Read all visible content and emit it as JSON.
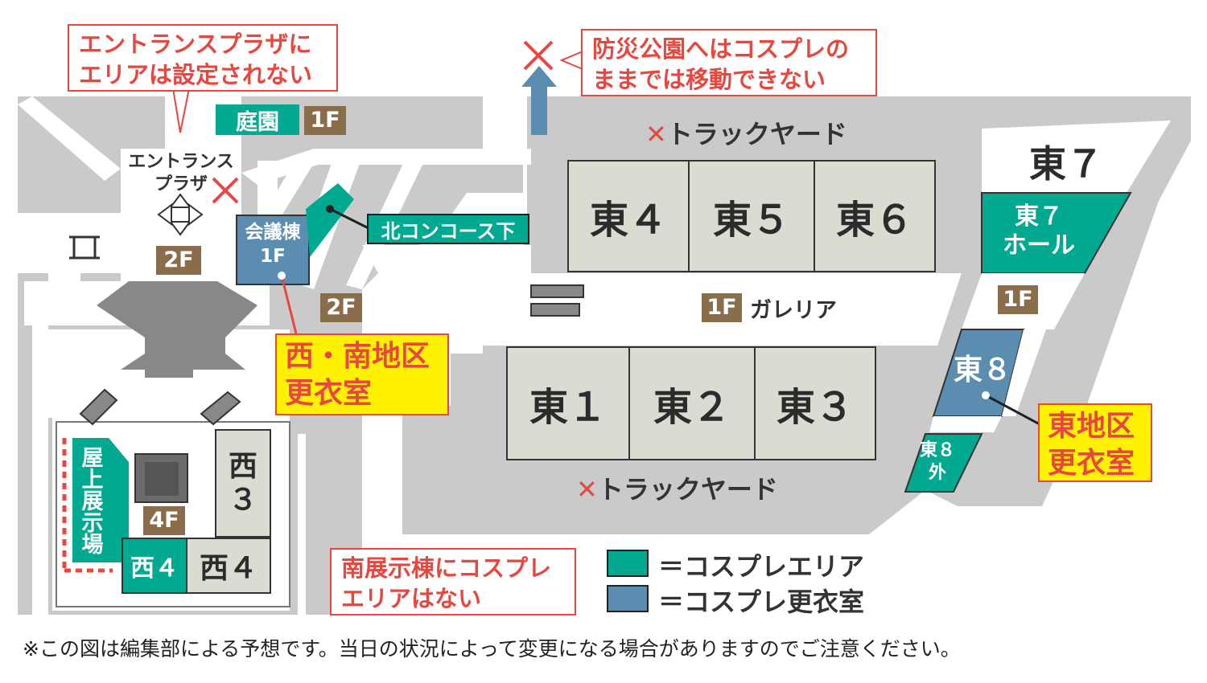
{
  "callouts": {
    "entrance_plaza": "エントランスプラザに\nエリアは設定されない",
    "disaster_park": "防災公園へはコスプレの\nままでは移動できない",
    "south_building": "南展示棟にコスプレ\nエリアはない"
  },
  "changing_rooms": {
    "west_south": "西・南地区\n更衣室",
    "east": "東地区\n更衣室"
  },
  "floors": {
    "garden_1f": "1F",
    "entrance_2f": "2F",
    "conference_2f": "2F",
    "galleria_1f": "1F",
    "east_1f": "1F",
    "west_4f": "4F"
  },
  "labels": {
    "garden": "庭園",
    "entrance_plaza": "エントランス\nプラザ",
    "conference_1f": "会議棟\n1F",
    "north_concourse": "北コンコース下",
    "galleria": "ガレリア",
    "track_yard_top": "トラックヤード",
    "track_yard_bottom": "トラックヤード",
    "track_x": "✕",
    "rooftop": "屋上展示場"
  },
  "halls": {
    "east1": "東１",
    "east2": "東２",
    "east3": "東３",
    "east4": "東４",
    "east5": "東５",
    "east6": "東６",
    "east7": "東７",
    "east7_hall": "東７\nホール",
    "east8": "東８",
    "east8_outside": "東８\n外",
    "west3": "西\n３",
    "west4_area": "西４",
    "west4": "西４"
  },
  "legend": {
    "cosplay_area": "＝コスプレエリア",
    "changing_room": "＝コスプレ更衣室"
  },
  "colors": {
    "cosplay_area": "#00a98f",
    "changing_room": "#5b8db0",
    "accent_red": "#e8473f",
    "hall_fill": "#dcdbd2",
    "ground": "#c8c8c8",
    "floor_tag": "#8a6d4b",
    "yellow": "#fff200"
  },
  "footnote": "※この図は編集部による予想です。当日の状況によって変更になる場合がありますのでご注意ください。"
}
